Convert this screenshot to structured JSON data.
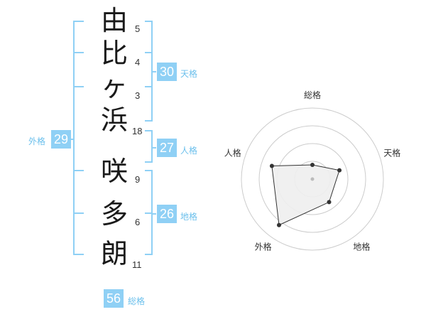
{
  "characters": [
    {
      "char": "由",
      "strokes": "5"
    },
    {
      "char": "比",
      "strokes": "4"
    },
    {
      "char": "ヶ",
      "strokes": "3"
    },
    {
      "char": "浜",
      "strokes": "18"
    },
    {
      "char": "咲",
      "strokes": "9"
    },
    {
      "char": "多",
      "strokes": "6"
    },
    {
      "char": "朗",
      "strokes": "11"
    }
  ],
  "fortune": {
    "tenkaku": {
      "value": "30",
      "label": "天格"
    },
    "jinkaku": {
      "value": "27",
      "label": "人格"
    },
    "chikaku": {
      "value": "26",
      "label": "地格"
    },
    "gaikaku": {
      "value": "29",
      "label": "外格"
    },
    "soukaku": {
      "value": "56",
      "label": "総格"
    }
  },
  "colors": {
    "accent": "#8fd0f5",
    "bracket": "#8fd0f5",
    "radar_fill": "#eeeeee",
    "radar_line": "#333333"
  },
  "chart_data": {
    "type": "radar",
    "axes": [
      "総格",
      "天格",
      "地格",
      "外格",
      "人格"
    ],
    "values": [
      1,
      2,
      2,
      4,
      3
    ],
    "max": 5,
    "rings": 4
  }
}
